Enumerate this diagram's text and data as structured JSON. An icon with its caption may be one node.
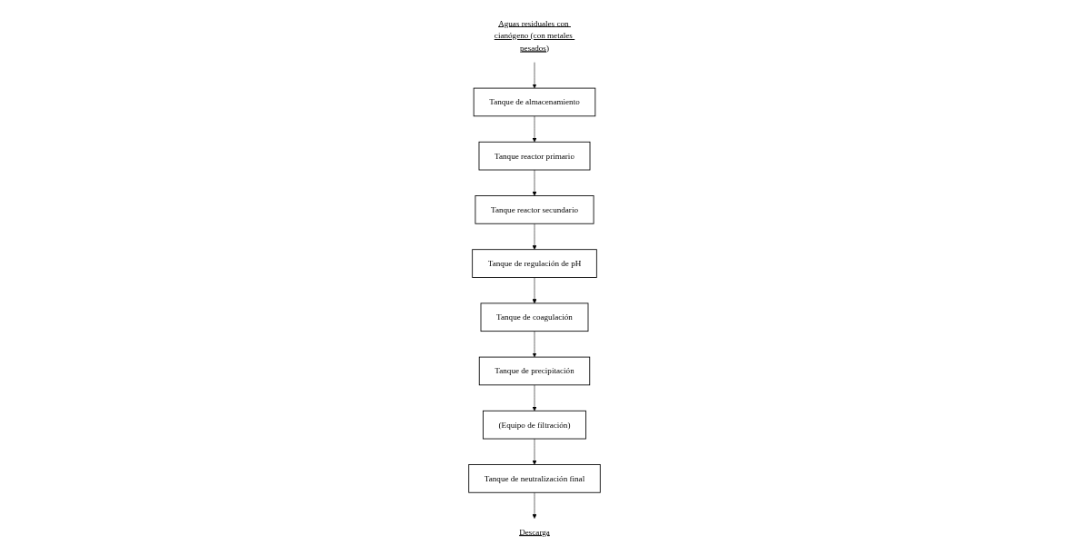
{
  "diagram": {
    "nodes": [
      {
        "text": [
          "Aguas residuales con cianógeno (con metales pesados)"
        ]
      },
      {
        "text": [
          "Tanque de almacenamiento"
        ]
      },
      {
        "text": [
          "Tanque reactor primario"
        ]
      },
      {
        "text": [
          "Tanque reactor secundario"
        ]
      },
      {
        "text": [
          "Tanque de regulación de pH"
        ]
      },
      {
        "text": [
          "Tanque de coagulación"
        ]
      },
      {
        "text": [
          "Tanque de precipitación"
        ]
      },
      {
        "text": [
          "(Equipo de filtración)"
        ]
      },
      {
        "text": [
          "Tanque de neutralización final"
        ]
      },
      {
        "text": [
          "Descarga"
        ]
      }
    ],
    "edges": [
      {
        "from": 0,
        "to": 1,
        "arrow": "to"
      },
      {
        "from": 1,
        "to": 2,
        "arrow": "to"
      },
      {
        "from": 2,
        "to": 3,
        "arrow": "to"
      },
      {
        "from": 3,
        "to": 4,
        "arrow": "to"
      },
      {
        "from": 4,
        "to": 5,
        "arrow": "to"
      },
      {
        "from": 5,
        "to": 6,
        "arrow": "to"
      },
      {
        "from": 6,
        "to": 7,
        "arrow": "to"
      },
      {
        "from": 7,
        "to": 8,
        "arrow": "to"
      },
      {
        "from": 8,
        "to": 9,
        "arrow": "to"
      }
    ]
  }
}
